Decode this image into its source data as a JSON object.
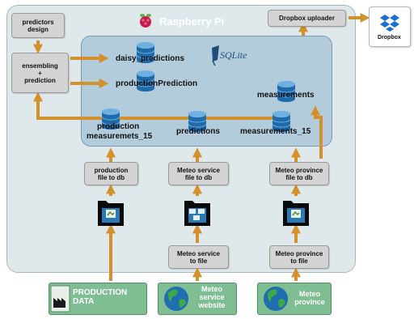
{
  "colors": {
    "arrow": "#d4902a",
    "pi_panel": "#dfe9ec",
    "db_panel": "#b2ccdc",
    "source_box": "#7fbd92",
    "process_box": "#d4d4d4"
  },
  "raspberry": {
    "title": "Raspberry Pi",
    "icon": "raspberry-logo-icon"
  },
  "sqlite": {
    "label": "SQLite",
    "icon": "feather-icon"
  },
  "dropbox": {
    "label": "Dropbox",
    "icon": "dropbox-logo-icon"
  },
  "processes": {
    "predictors_design": "predictors\ndesign",
    "ensembling": "ensembling\n+\nprediction",
    "dropbox_uploader": "Dropbox uploader",
    "production_file_to_db": "production\nfile to db",
    "meteo_service_file_to_db": "Meteo  service\nfile to db",
    "meteo_province_file_to_db": "Meteo province\nfile to db",
    "meteo_service_to_file": "Meteo  service\nto file",
    "meteo_province_to_file": "Meteo province\nto file"
  },
  "tables": {
    "daisy_predictions": "daisy_predictions",
    "production_prediction": "productionPrediction",
    "measurements": "measurements",
    "production_measurements_15_line1": "production",
    "production_measurements_15_line2": "measuremets_15",
    "predictions": "predictions",
    "measurements_15": "measurements_15"
  },
  "sources": {
    "production_data": "PRODUCTION\nDATA",
    "meteo_service_website": "Meteo\nservice\nwebsite",
    "meteo_province": "Meteo\nprovince"
  }
}
